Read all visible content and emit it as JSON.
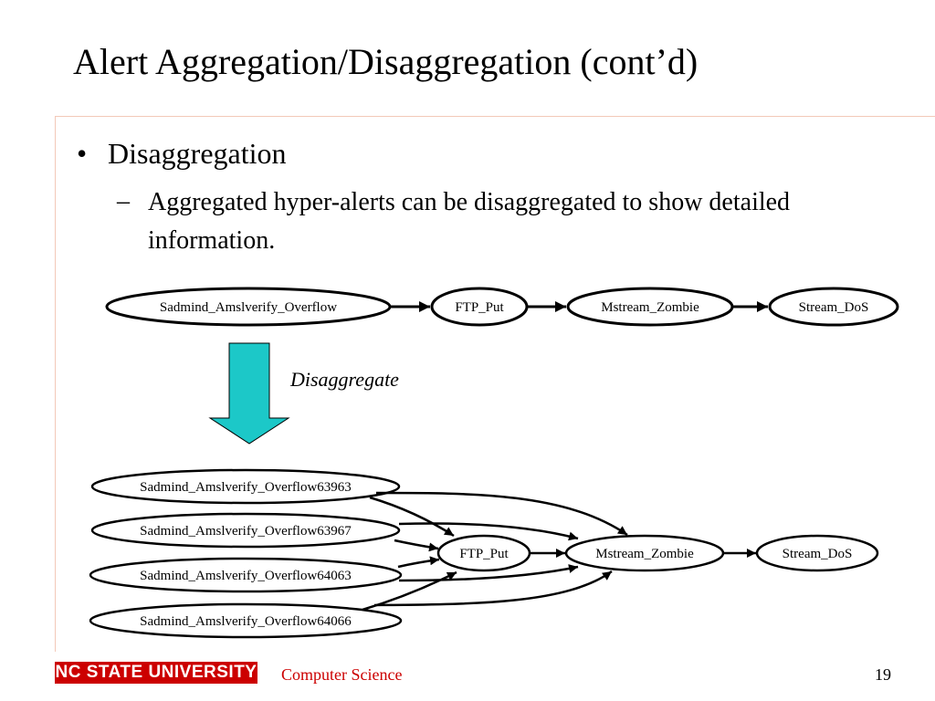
{
  "slide": {
    "title": "Alert Aggregation/Disaggregation (cont’d)",
    "bullet_symbol": "•",
    "bullet_text": "Disaggregation",
    "sub_dash": "–",
    "sub_text": "Aggregated hyper-alerts can be disaggregated to show detailed information."
  },
  "diagram": {
    "top_nodes": [
      "Sadmind_Amslverify_Overflow",
      "FTP_Put",
      "Mstream_Zombie",
      "Stream_DoS"
    ],
    "arrow_label": "Disaggregate",
    "arrow_color": "#1cc8c8",
    "bottom_nodes": [
      "Sadmind_Amslverify_Overflow63963",
      "Sadmind_Amslverify_Overflow63967",
      "Sadmind_Amslverify_Overflow64063",
      "Sadmind_Amslverify_Overflow64066",
      "FTP_Put",
      "Mstream_Zombie",
      "Stream_DoS"
    ]
  },
  "footer": {
    "logo_text": "NC STATE UNIVERSITY",
    "logo_color": "#cc0000",
    "department": "Computer Science",
    "page_number": "19"
  }
}
